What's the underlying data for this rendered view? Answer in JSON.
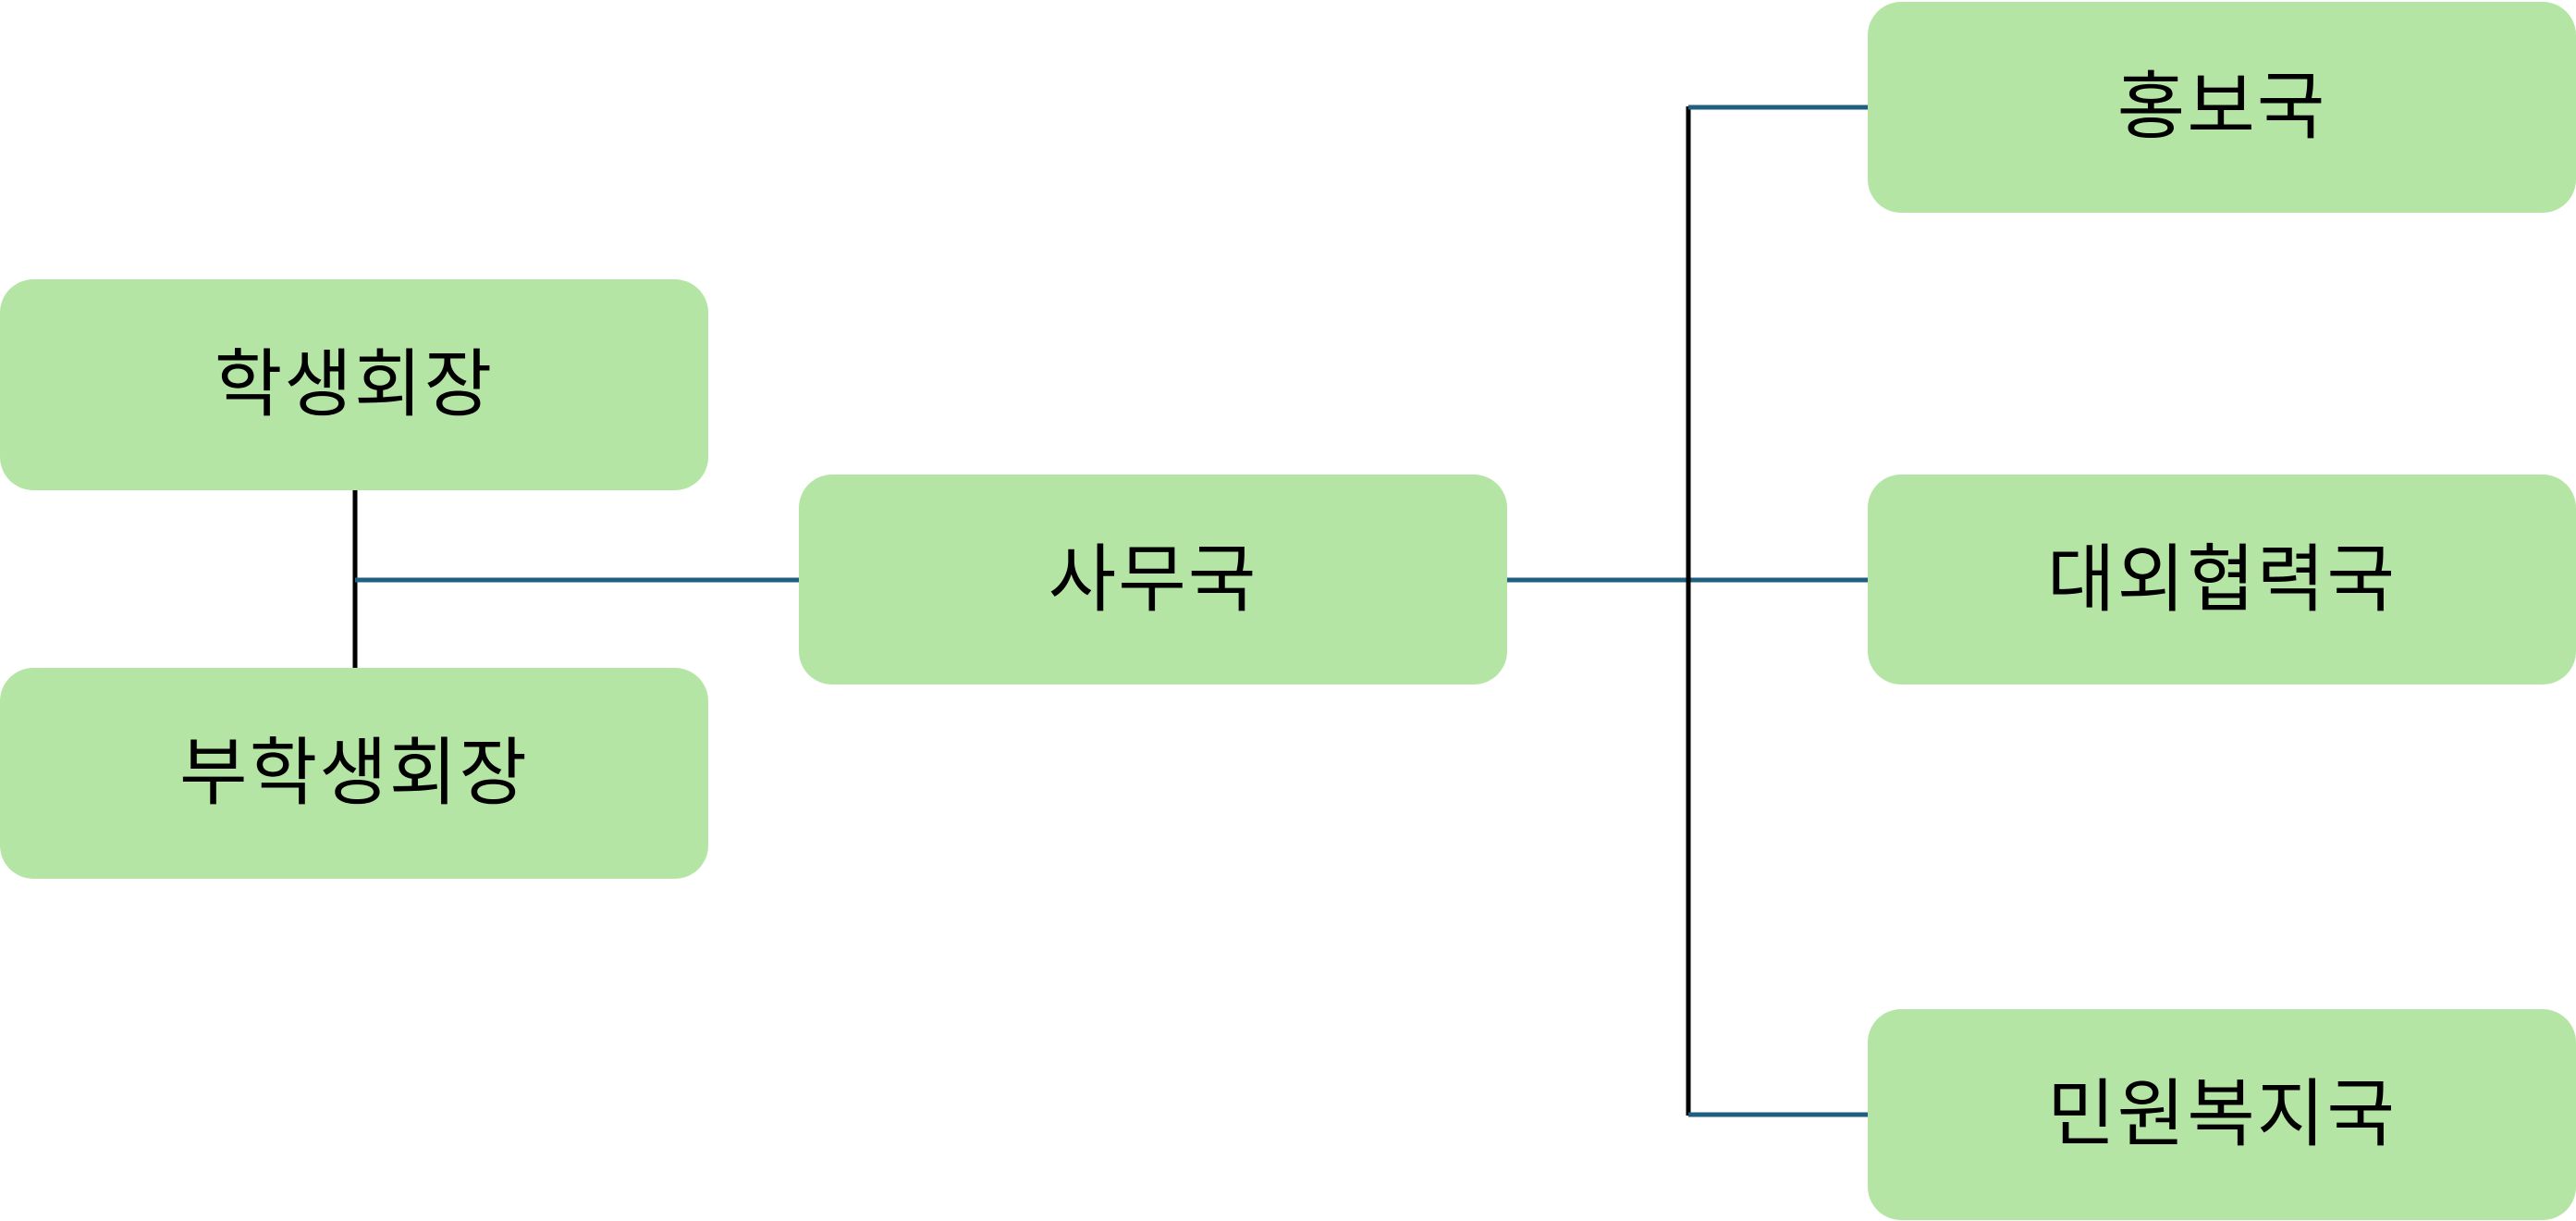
{
  "colors": {
    "node_fill": "#b5e5a5",
    "connector_blue": "#1f5f7f",
    "connector_black": "#000000",
    "text": "#000000"
  },
  "nodes": {
    "president": "학생회장",
    "vice_president": "부학생회장",
    "secretariat": "사무국",
    "public_relations": "홍보국",
    "external_cooperation": "대외협력국",
    "civil_welfare": "민원복지국"
  }
}
